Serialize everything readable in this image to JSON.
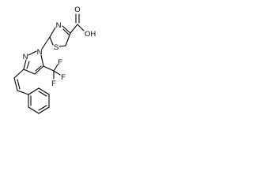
{
  "molecule": {
    "labels": {
      "carboxyl_o": "O",
      "hydroxyl": "OH",
      "thiazole_n": "N",
      "thiazole_s": "S",
      "pyrazole_n1": "N",
      "pyrazole_n2": "N",
      "fluorine_1": "F",
      "fluorine_2": "F",
      "fluorine_3": "F"
    }
  },
  "colors": {
    "bond": "#000000",
    "background": "#ffffff"
  }
}
